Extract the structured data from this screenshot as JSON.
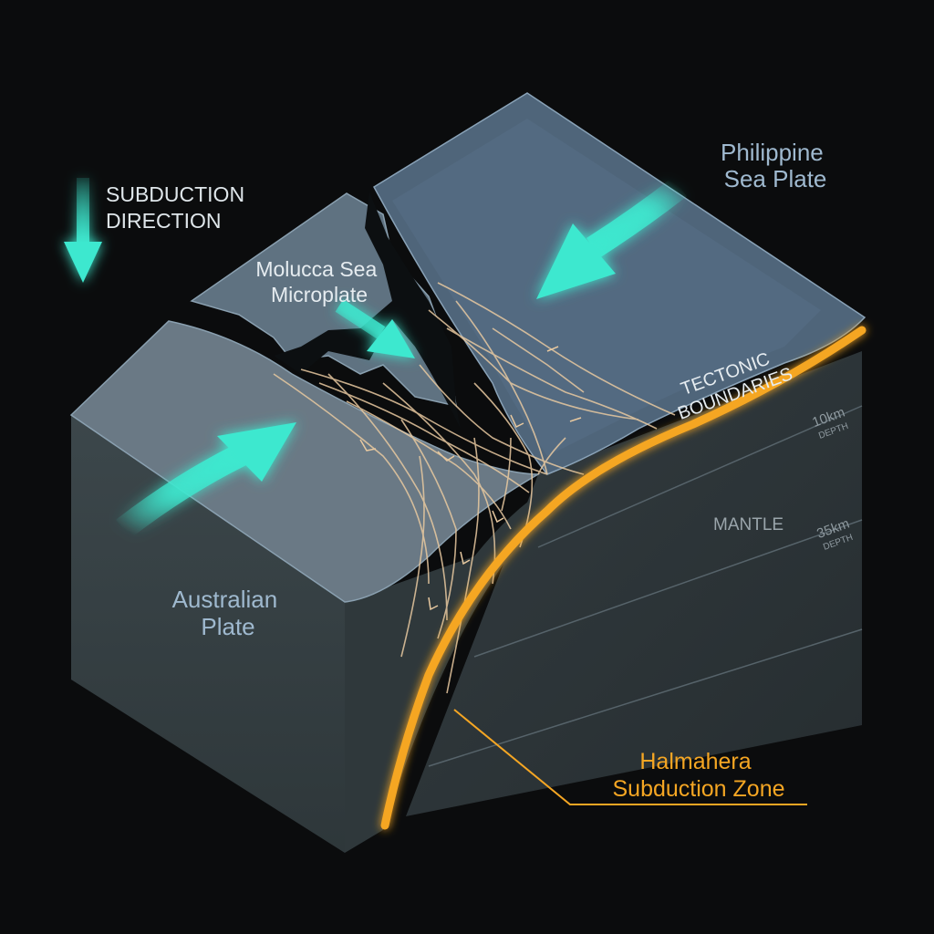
{
  "labels": {
    "subduction_direction": [
      "SUBDUCTION",
      "DIRECTION"
    ],
    "philippine_plate": [
      "Philippine",
      "Sea Plate"
    ],
    "molucca_plate": [
      "Molucca Sea",
      "Microplate"
    ],
    "australian_plate": [
      "Australian",
      "Plate"
    ],
    "tectonic_boundaries": [
      "TECTONIC",
      "BOUNDARIES"
    ],
    "mantle": "MANTLE",
    "halmahera_zone": [
      "Halmahera",
      "Subduction Zone"
    ],
    "depth_10": {
      "value": "10km",
      "unit": "DEPTH"
    },
    "depth_35": {
      "value": "35km",
      "unit": "DEPTH"
    }
  },
  "colors": {
    "background": "#0b0c0d",
    "block_front": "#364044",
    "block_side": "#2d3538",
    "plate_top": "#6c7b87",
    "philippine_top": "#50667a",
    "arrow": "#3ee8cf",
    "subduction_line": "#f5a623",
    "label_blue": "#9fb9cf",
    "label_white": "#e6ecf0",
    "fault": "#e8c9a0"
  },
  "icons": {
    "arrow": "arrow-icon"
  }
}
